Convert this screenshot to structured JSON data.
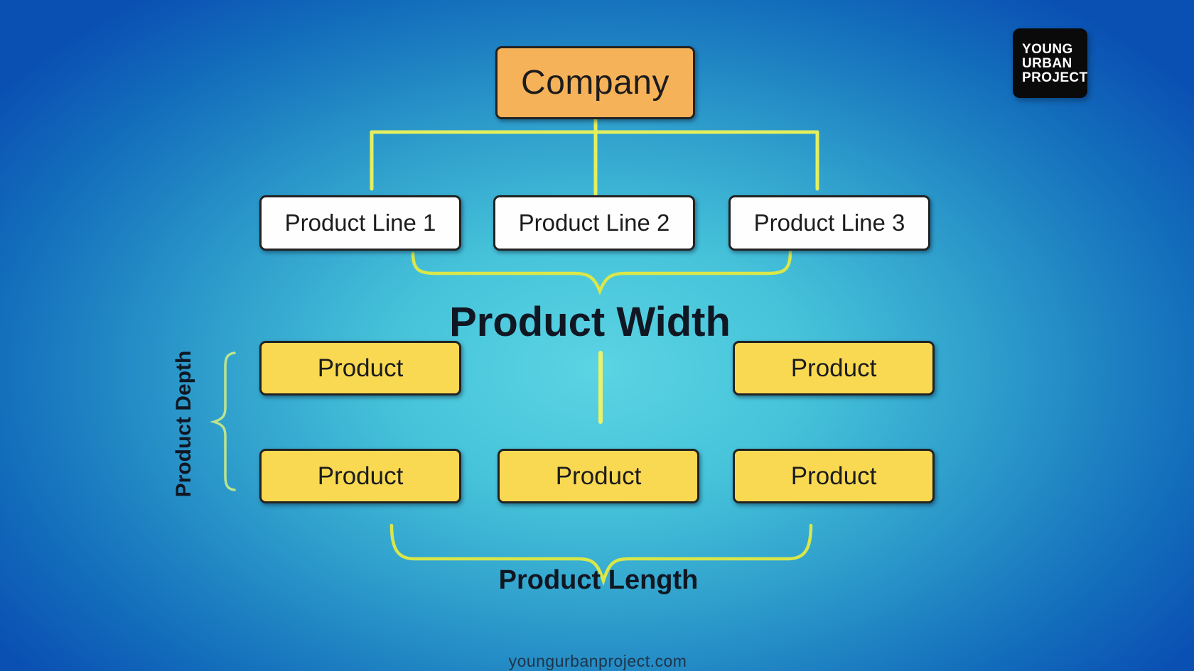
{
  "diagram": {
    "company": "Company",
    "product_lines": [
      "Product Line 1",
      "Product Line 2",
      "Product Line 3"
    ],
    "width_label": "Product Width",
    "depth_label": "Product Depth",
    "length_label": "Product Length",
    "products_row1": [
      "Product",
      "Product"
    ],
    "products_row2": [
      "Product",
      "Product",
      "Product"
    ]
  },
  "logo": {
    "lines": [
      "YOUNG",
      "URBAN",
      "PROJECT"
    ]
  },
  "footer": {
    "website": "youngurbanproject.com"
  },
  "colors": {
    "background_center": "#5BD4E3",
    "background_edge": "#0A50B3",
    "company_fill": "#F6B258",
    "product_fill": "#F9D952",
    "product_line_fill": "#FEFEFE",
    "box_border": "#222222",
    "connector_yellow": "#E4EF5E",
    "brace_yellow_green": "#D9E74A",
    "depth_brace_green": "#BCE48D",
    "title_text": "#101723",
    "box_text": "#1C1C1E",
    "footer_text": "#1E3448",
    "logo_background": "#0A0A0A",
    "logo_text": "#FFFFFF"
  }
}
